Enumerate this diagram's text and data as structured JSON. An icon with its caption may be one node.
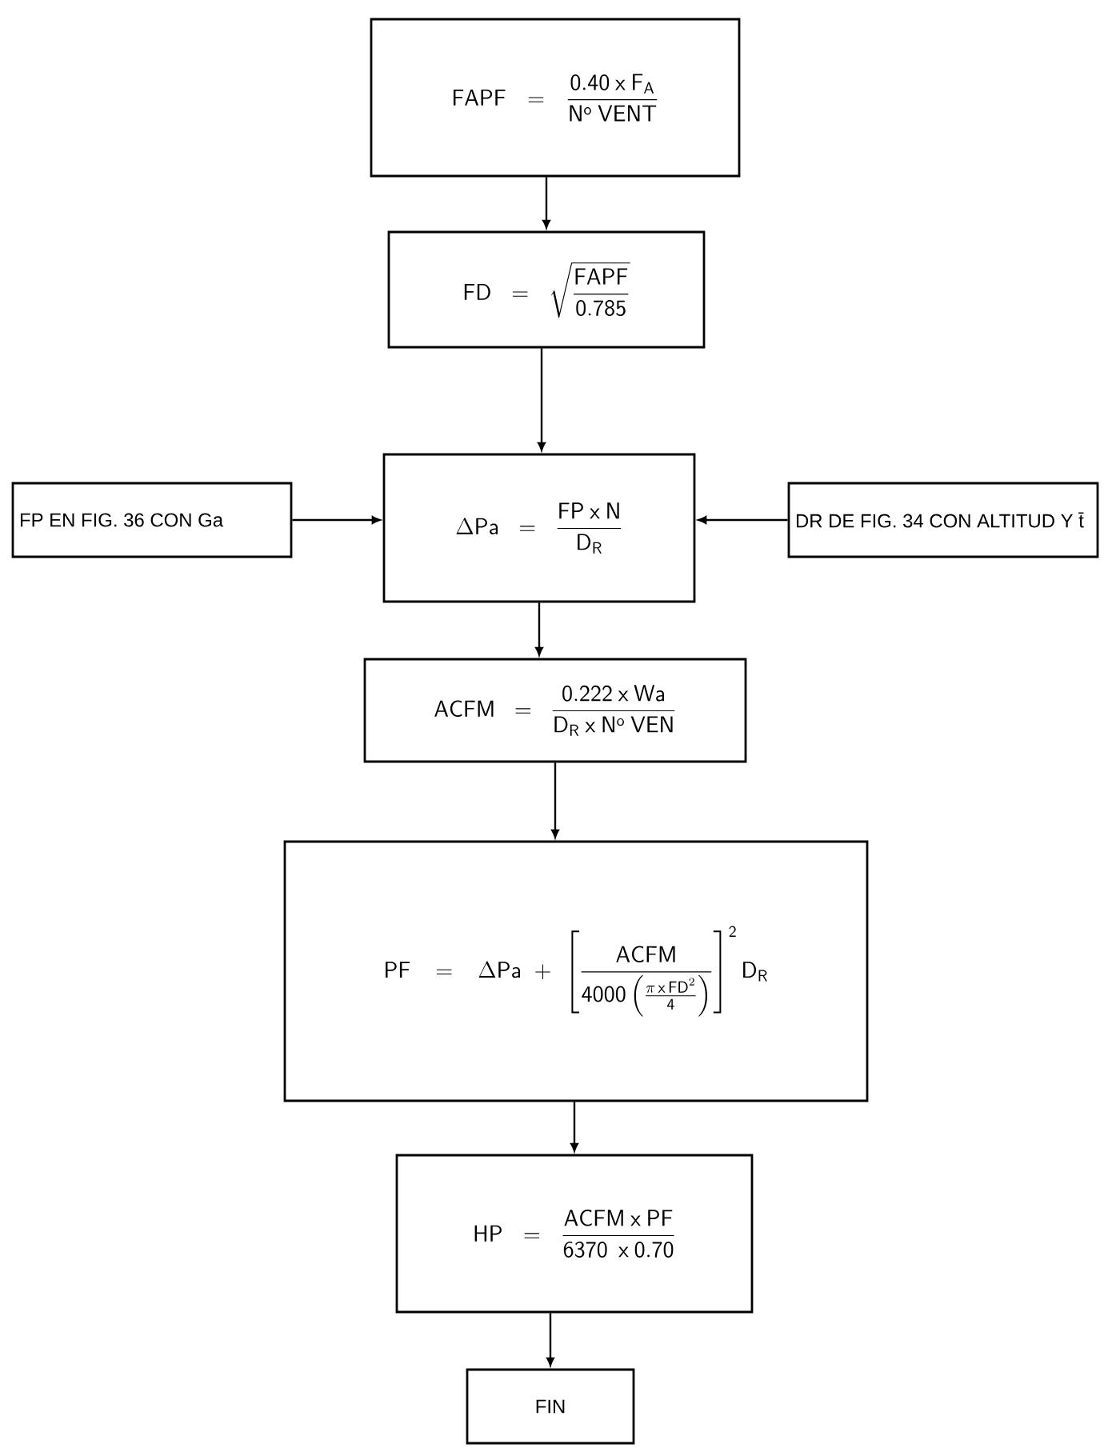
{
  "diagram": {
    "nodes": [
      {
        "text": [
          "\\mathsf{FAPF} = \\frac{\\mathsf{0.40\\ x\\ F_A}}{\\mathsf{N^o\\ VENT}}"
        ]
      },
      {
        "text": [
          "\\mathsf{FD} = \\sqrt{\\frac{\\mathsf{FAPF}}{\\mathsf{0.785}}}"
        ]
      },
      {
        "text": [
          "FP EN FIG. 36 CON Ga"
        ]
      },
      {
        "text": [
          "\\Delta\\mathsf{Pa} = \\frac{\\mathsf{FP\\ x\\ N}}{\\mathsf{D_R}}"
        ]
      },
      {
        "text": [
          "DR DE FIG. 34 CON ALTITUD Y t̄"
        ]
      },
      {
        "text": [
          "\\mathsf{ACFM} = \\frac{\\mathsf{0.222\\ x\\ Wa}}{\\mathsf{D_R\\ x\\ N^o\\ VEN}}"
        ]
      },
      {
        "text": [
          "\\mathsf{PF} = \\Delta\\mathsf{Pa} + \\left[\\frac{\\mathsf{ACFM}}{\\mathsf{4000}\\left(\\frac{\\pi\\,\\mathsf{x}\\,\\mathsf{FD}^2}{\\mathsf{4}}\\right)}\\right]^{\\mathsf{2}} \\mathsf{D_R}"
        ]
      },
      {
        "text": [
          "\\mathsf{HP} = \\frac{\\mathsf{ACFM\\ x\\ PF}}{\\mathsf{6370\\ \\ x\\ 0.70}}"
        ]
      },
      {
        "text": [
          "FIN"
        ]
      }
    ],
    "edges": [
      {
        "from": 0,
        "to": 1,
        "arrow": "to"
      },
      {
        "from": 1,
        "to": 3,
        "arrow": "to"
      },
      {
        "from": 2,
        "to": 3,
        "arrow": "to"
      },
      {
        "from": 4,
        "to": 3,
        "arrow": "to"
      },
      {
        "from": 3,
        "to": 5,
        "arrow": "to"
      },
      {
        "from": 5,
        "to": 6,
        "arrow": "to"
      },
      {
        "from": 6,
        "to": 7,
        "arrow": "to"
      },
      {
        "from": 7,
        "to": 8,
        "arrow": "to"
      }
    ]
  }
}
